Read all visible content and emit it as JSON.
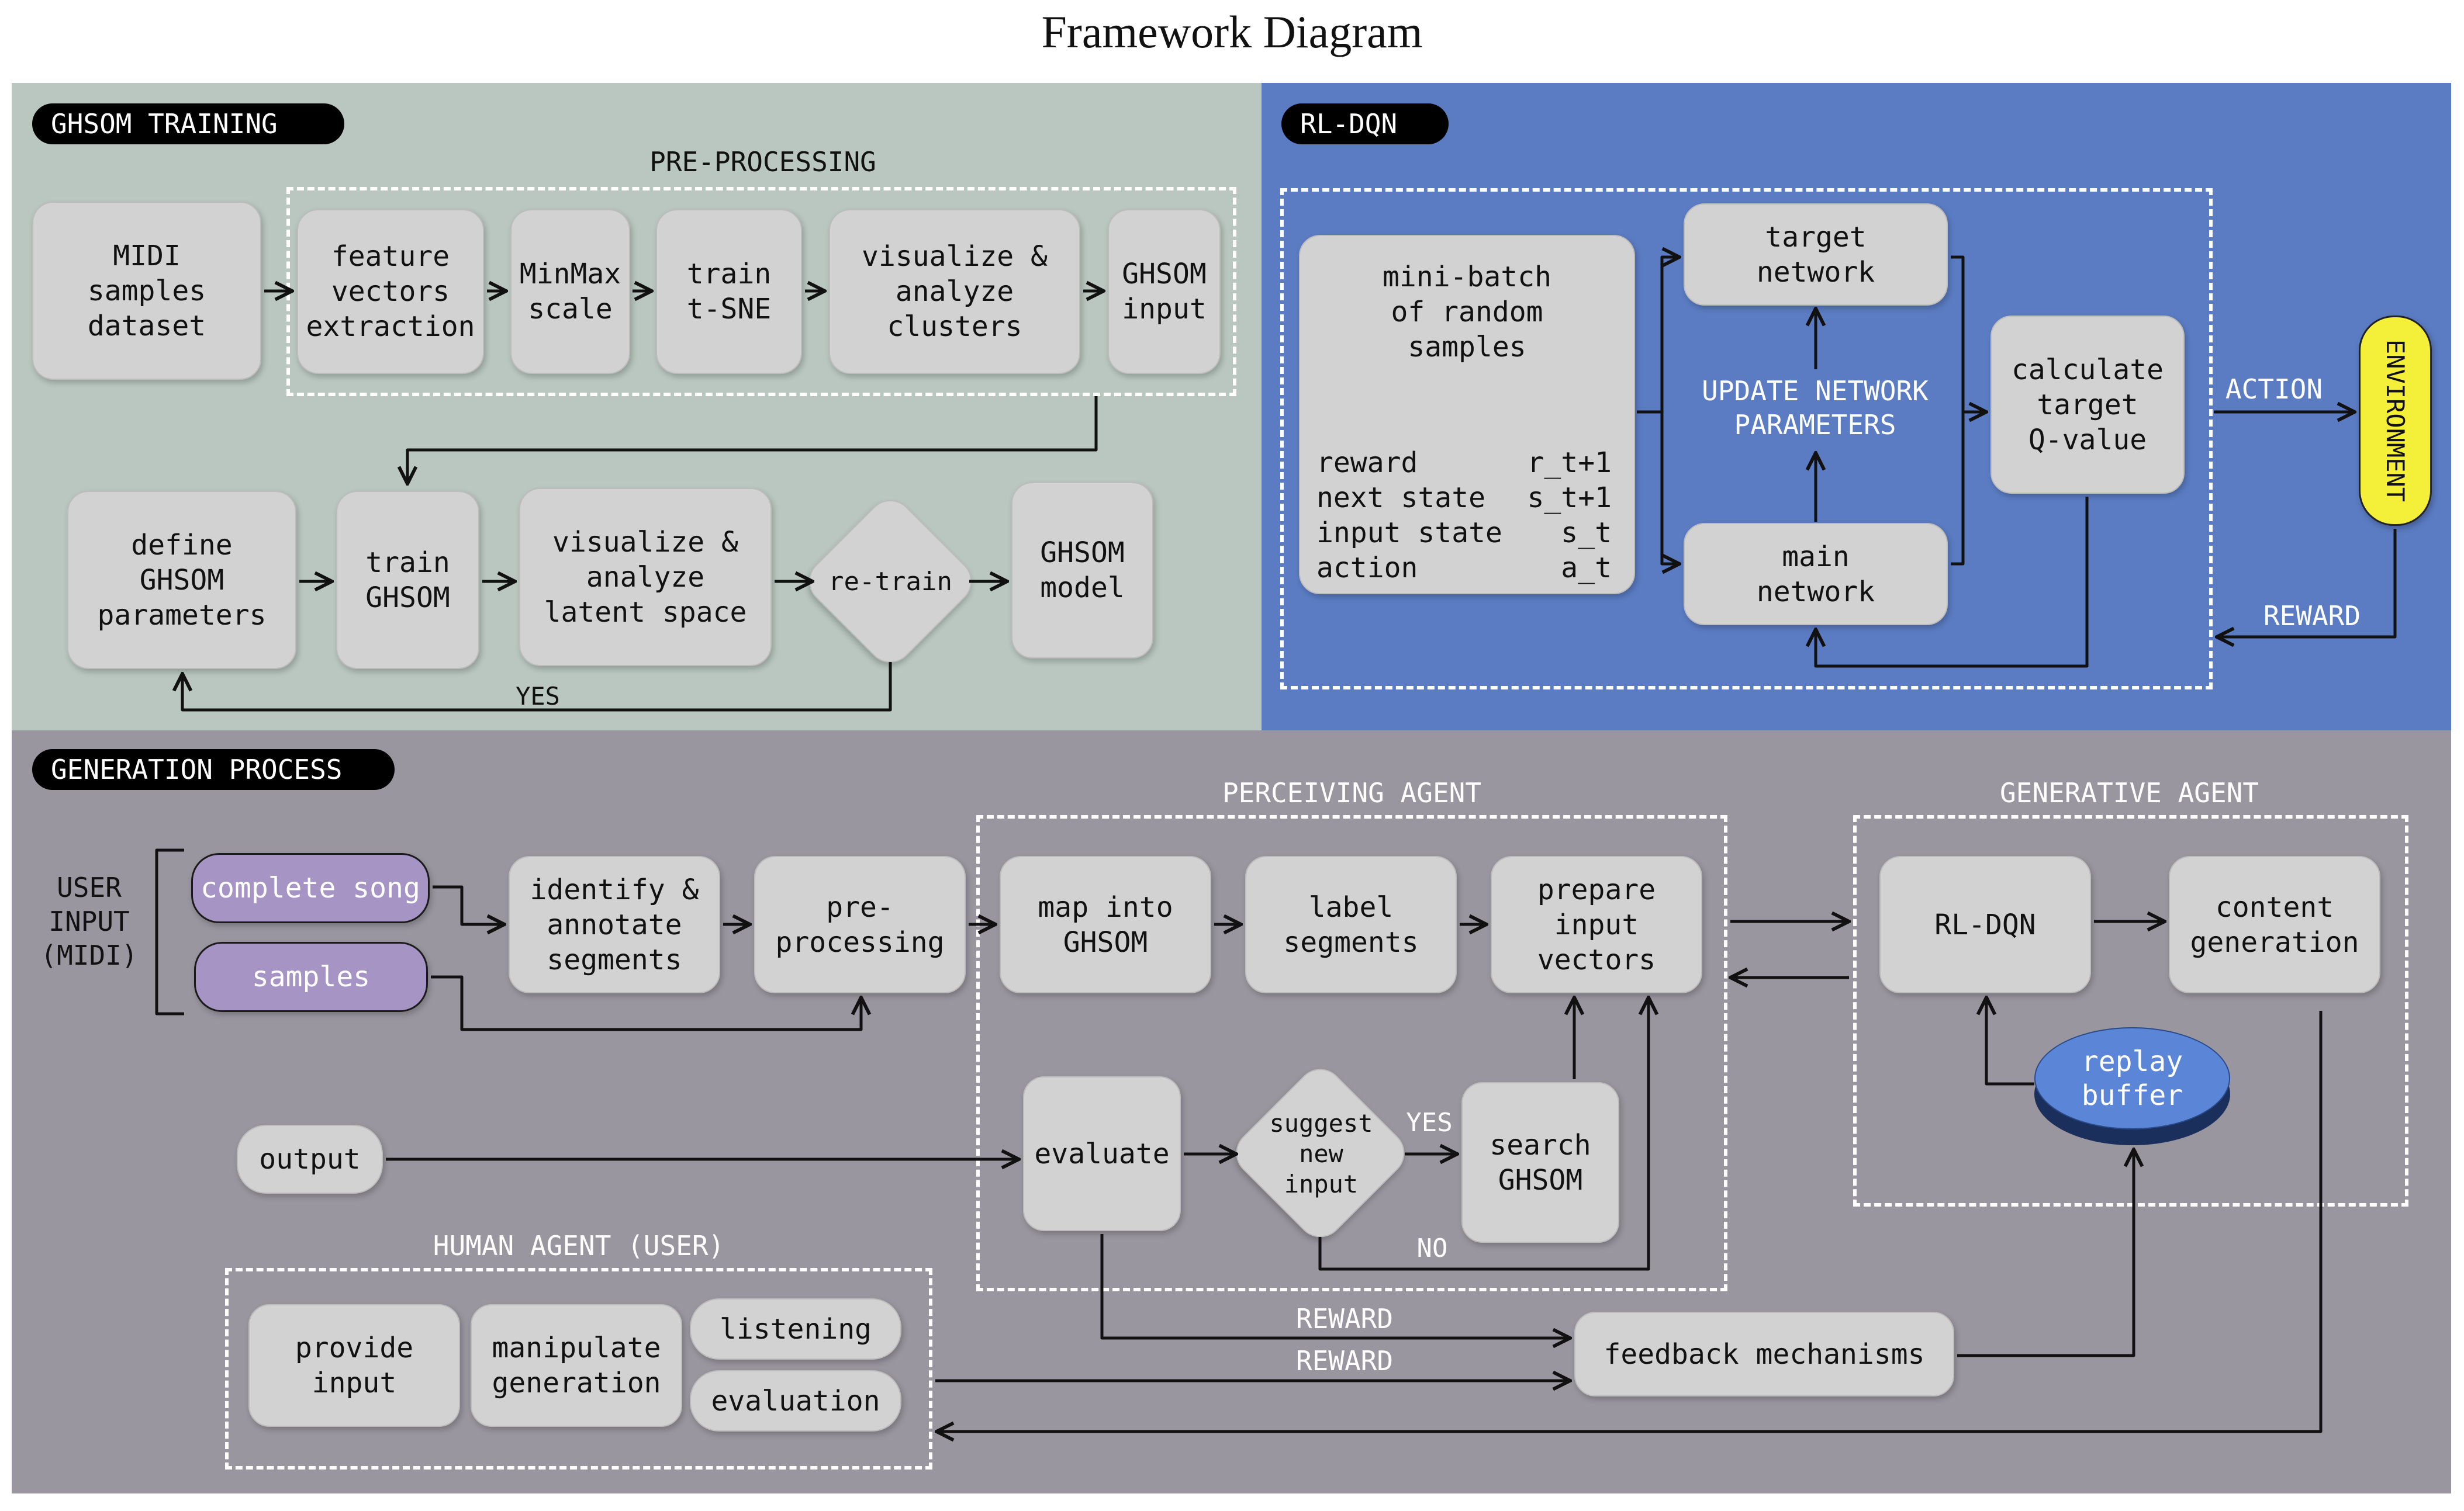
{
  "title": "Framework Diagram",
  "colors": {
    "ghsom_panel": "#b9c7c0",
    "rl_panel": "#5b7cc3",
    "generation_panel": "#9a969f",
    "box": "#d2d2d2",
    "purple": "#a594c4",
    "environment": "#f4f03a",
    "replay_buffer": "#5b86d8"
  },
  "ghsom": {
    "badge": "GHSOM TRAINING",
    "preprocessing_label": "PRE-PROCESSING",
    "midi_dataset": "MIDI\nsamples\ndataset",
    "feature_vectors": "feature\nvectors\nextraction",
    "minmax": "MinMax\nscale",
    "tsne": "train\nt-SNE",
    "visualize_clusters": "visualize &\nanalyze\nclusters",
    "ghsom_input": "GHSOM\ninput",
    "define_params": "define\nGHSOM\nparameters",
    "train_ghsom": "train\nGHSOM",
    "visualize_latent": "visualize &\nanalyze\nlatent space",
    "retrain": "re-train",
    "ghsom_model": "GHSOM\nmodel",
    "yes": "YES"
  },
  "rl": {
    "badge": "RL-DQN",
    "minibatch": "mini-batch\nof random\nsamples",
    "rows": [
      {
        "name": "reward",
        "sym": "r_t+1"
      },
      {
        "name": "next state",
        "sym": "s_t+1"
      },
      {
        "name": "input state",
        "sym": "s_t"
      },
      {
        "name": "action",
        "sym": "a_t"
      }
    ],
    "target_network": "target\nnetwork",
    "update_params": "UPDATE NETWORK\nPARAMETERS",
    "main_network": "main\nnetwork",
    "calc_q": "calculate\ntarget\nQ-value",
    "action": "ACTION",
    "reward": "REWARD",
    "environment": "ENVIRONMENT"
  },
  "gen": {
    "badge": "GENERATION PROCESS",
    "user_input": "USER\nINPUT\n(MIDI)",
    "complete_song": "complete song",
    "samples": "samples",
    "identify": "identify &\nannotate\nsegments",
    "preprocessing": "pre-\nprocessing",
    "perceiving_label": "PERCEIVING AGENT",
    "map_ghsom": "map into\nGHSOM",
    "label_segments": "label\nsegments",
    "prepare_vectors": "prepare\ninput\nvectors",
    "generative_label": "GENERATIVE AGENT",
    "rl_dqn": "RL-DQN",
    "content_generation": "content\ngeneration",
    "replay_buffer": "replay\nbuffer",
    "output": "output",
    "evaluate": "evaluate",
    "suggest": "suggest\nnew\ninput",
    "yes": "YES",
    "no": "NO",
    "search_ghsom": "search\nGHSOM",
    "human_label": "HUMAN AGENT (USER)",
    "provide_input": "provide\ninput",
    "manipulate": "manipulate\ngeneration",
    "listening": "listening",
    "evaluation": "evaluation",
    "reward1": "REWARD",
    "reward2": "REWARD",
    "feedback": "feedback mechanisms"
  }
}
